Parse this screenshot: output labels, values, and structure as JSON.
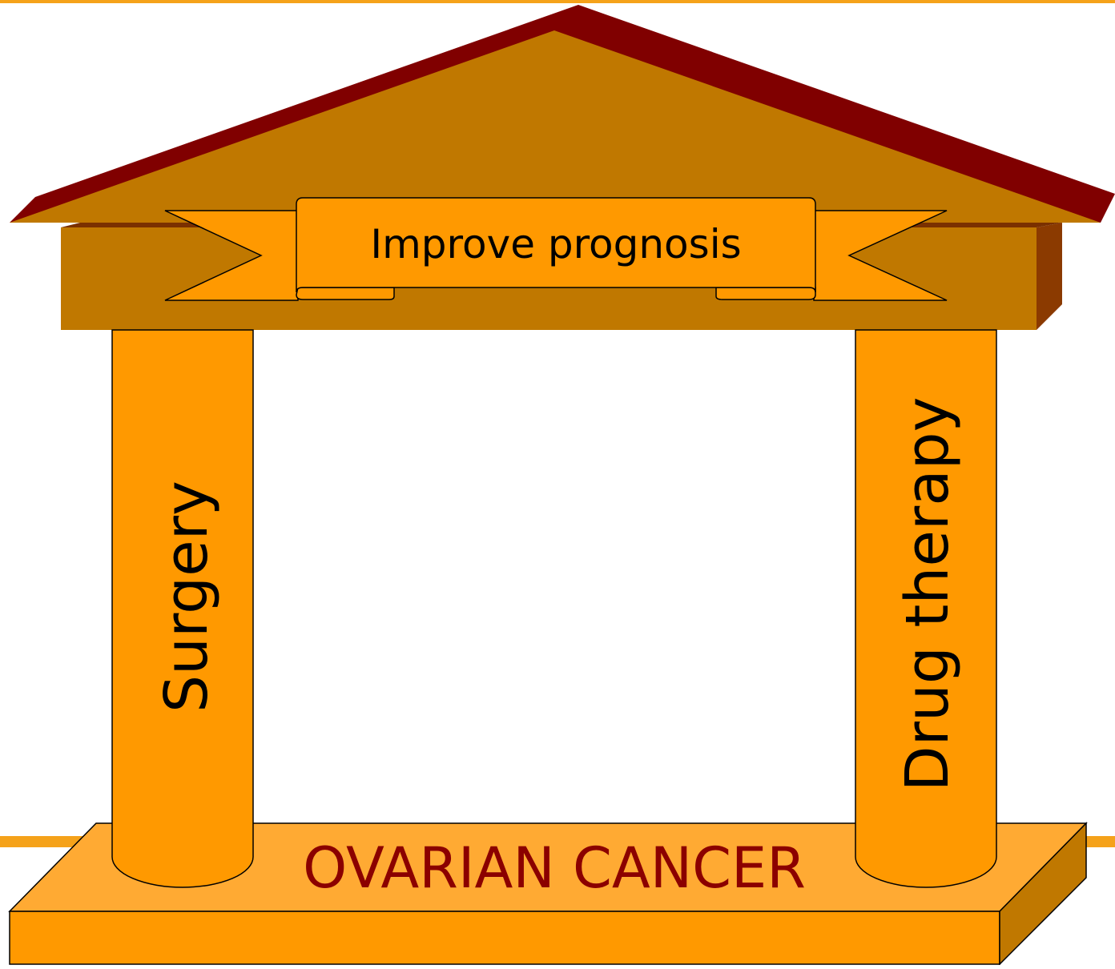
{
  "banner": {
    "label": "Improve prognosis"
  },
  "pillars": {
    "left": {
      "label": "Surgery"
    },
    "right": {
      "label": "Drug therapy"
    }
  },
  "foundation": {
    "label": "OVARIAN CANCER"
  },
  "colors": {
    "accent_line": "#F5A21A",
    "roof_top": "#800000",
    "roof_face": "#C07800",
    "beam_side": "#8B3A00",
    "pillar": "#FF9900",
    "banner": "#FF9900",
    "base_top": "#FFAA33",
    "base_front": "#FF9900",
    "base_side": "#C07800",
    "foundation_text": "#8B0000"
  }
}
